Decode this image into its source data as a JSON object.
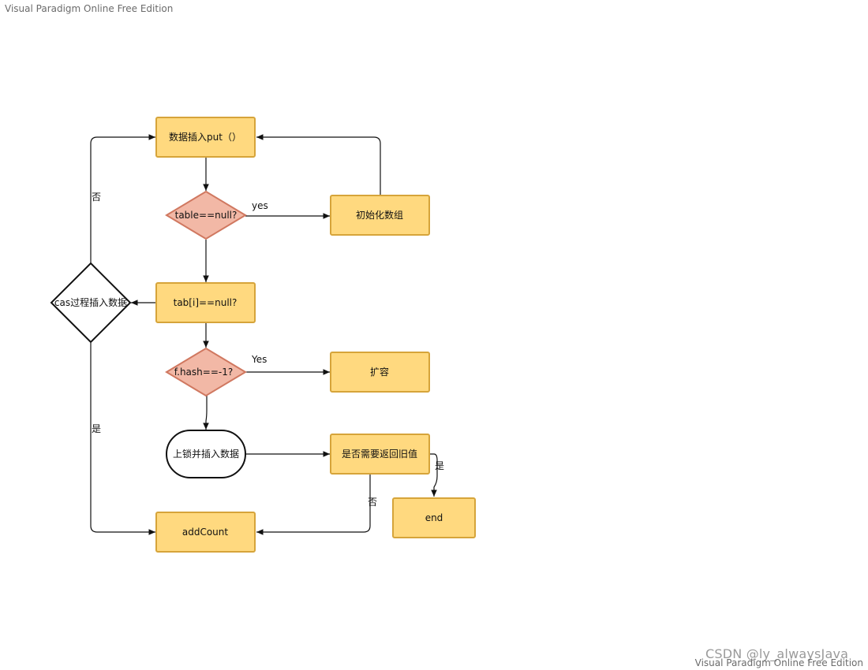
{
  "watermarks": {
    "top": "Visual Paradigm Online Free Edition",
    "bottom": "Visual Paradigm Online Free Edition",
    "csdn": "CSDN @ly_alwaysJava"
  },
  "colors": {
    "process_fill": "#FFD97F",
    "process_stroke": "#D6A43A",
    "decision_fill": "#F2B8A6",
    "decision_stroke": "#D07860",
    "line": "#111111"
  },
  "nodes": {
    "put": "数据插入put（）",
    "table_null": "table==null?",
    "init_array": "初始化数组",
    "tab_null": "tab[i]==null?",
    "cas_insert": "cas过程插入数据",
    "hash_check": "f.hash==-1?",
    "resize": "扩容",
    "lock_insert": "上锁并插入数据",
    "return_old": "是否需要返回旧值",
    "end": "end",
    "add_count": "addCount"
  },
  "edge_labels": {
    "yes_table": "yes",
    "yes_hash": "Yes",
    "no_cas": "否",
    "yes_cas": "是",
    "yes_return": "是",
    "no_return": "否"
  }
}
